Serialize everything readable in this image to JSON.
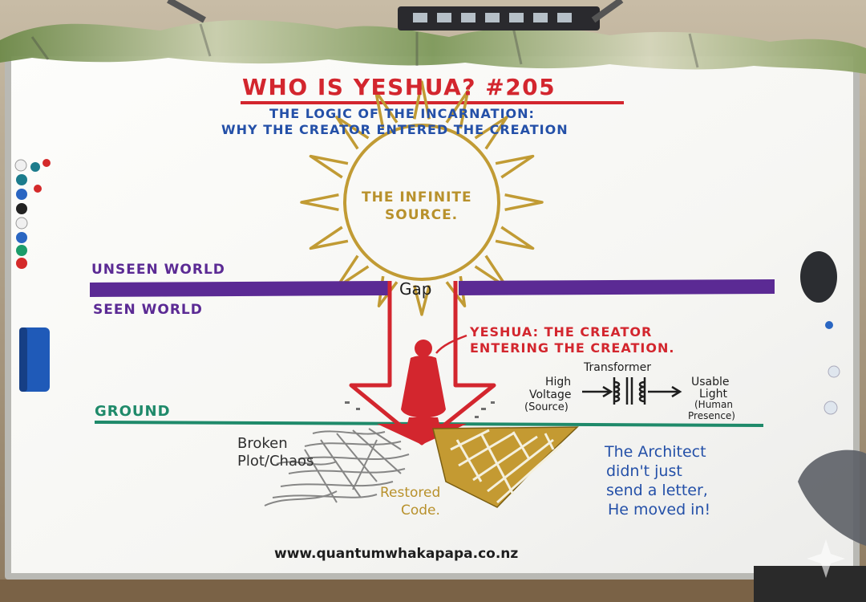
{
  "board": {
    "title": "WHO IS YESHUA? #205",
    "subtitle_line1": "THE LOGIC OF THE INCARNATION:",
    "subtitle_line2": "WHY THE CREATOR ENTERED THE CREATION",
    "sun_line1": "THE INFINITE",
    "sun_line2": "SOURCE.",
    "unseen_world": "UNSEEN WORLD",
    "seen_world": "SEEN WORLD",
    "gap": "Gap",
    "yeshua_line1": "YESHUA: THE CREATOR",
    "yeshua_line2": "ENTERING THE CREATION.",
    "transformer": "Transformer",
    "high_voltage_1": "High",
    "high_voltage_2": "Voltage",
    "high_voltage_3": "(Source)",
    "usable_1": "Usable",
    "usable_2": "Light",
    "usable_3": "(Human",
    "usable_4": "Presence)",
    "ground": "GROUND",
    "broken_1": "Broken",
    "broken_2": "Plot/Chaos",
    "restored_1": "Restored",
    "restored_2": "Code.",
    "architect_1": "The Architect",
    "architect_2": "didn't just",
    "architect_3": "send a letter,",
    "architect_4": "He moved in!",
    "website": "www.quantumwhakapapa.co.nz"
  },
  "colors": {
    "red": "#d3262e",
    "blue": "#2450a8",
    "purple": "#5b2a94",
    "gold": "#b8912c",
    "green": "#1f8a6a",
    "black": "#1e1e1e",
    "gray": "#6e6e6e"
  }
}
